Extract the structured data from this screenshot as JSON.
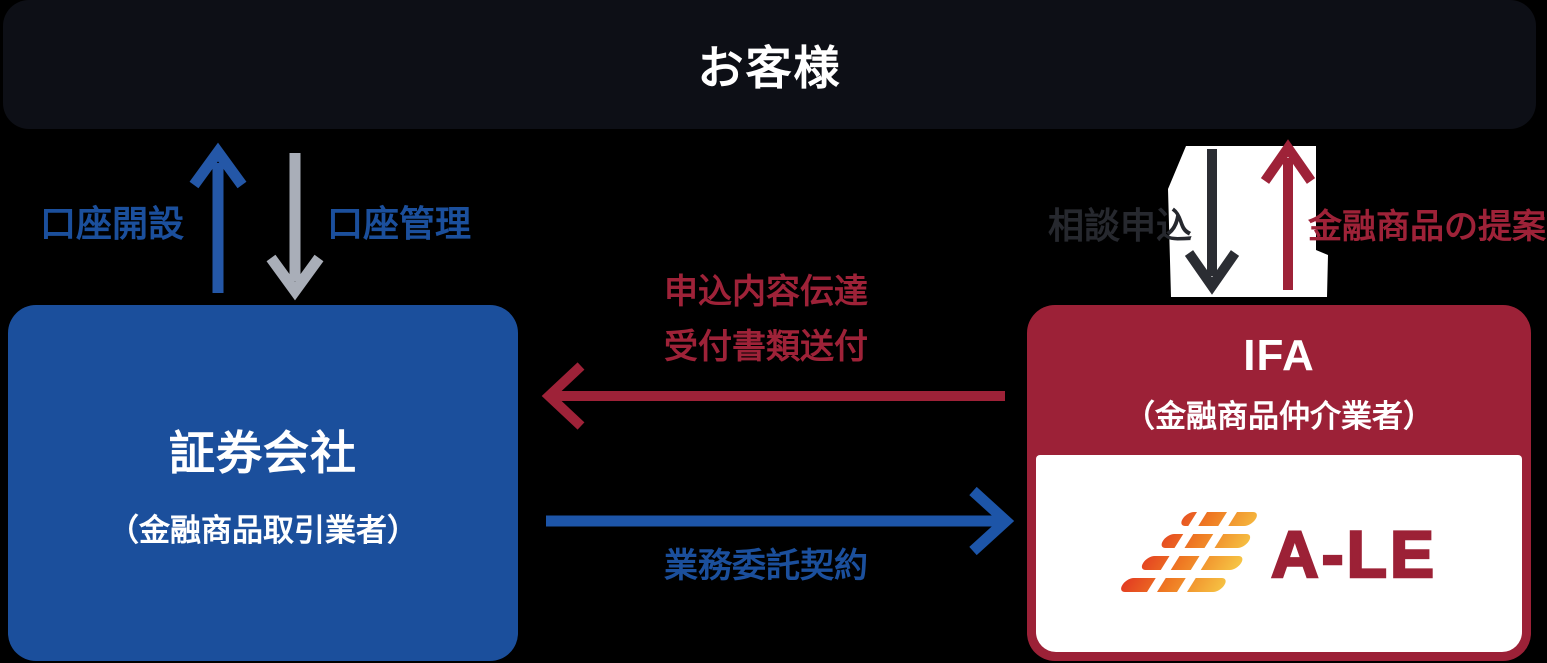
{
  "customer": {
    "label": "お客様"
  },
  "securities": {
    "title": "証券会社",
    "subtitle": "（金融商品取引業者）"
  },
  "ifa": {
    "title": "IFA",
    "subtitle": "（金融商品仲介業者）",
    "logo_text": "A-LE"
  },
  "flows": {
    "account_opening": "口座開設",
    "account_management": "口座管理",
    "consultation_request": "相談申込",
    "product_proposal": "金融商品の提案",
    "application_details_relay": "申込内容伝達",
    "reception_documents_delivery": "受付書類送付",
    "outsourcing_contract": "業務委託契約"
  },
  "colors": {
    "background": "#000000",
    "customer_box": "#0d0f16",
    "securities_blue": "#1b4f9c",
    "arrow_blue": "#2457a7",
    "arrow_gray": "#a9aeb8",
    "ifa_red": "#9c2137",
    "arrow_red": "#9e2238",
    "arrow_dark": "#2b2d33",
    "logo_text_red": "#9c2136",
    "logo_gradient": [
      "#e13322",
      "#ef7b23",
      "#f7cf49"
    ]
  }
}
